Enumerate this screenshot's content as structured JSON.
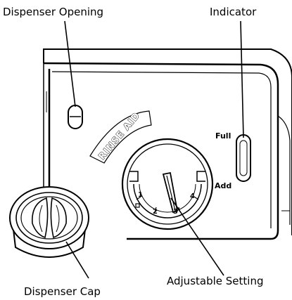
{
  "labels": {
    "dispenser_opening": "Dispenser Opening",
    "indicator": "Indicator",
    "adjustable_setting": "Adjustable Setting",
    "dispenser_cap": "Dispenser Cap"
  },
  "panel": {
    "rinse_aid": "RINSE AID",
    "full": "Full",
    "add": "Add"
  },
  "dial": {
    "numbers": [
      "1",
      "2",
      "3",
      "4"
    ]
  }
}
